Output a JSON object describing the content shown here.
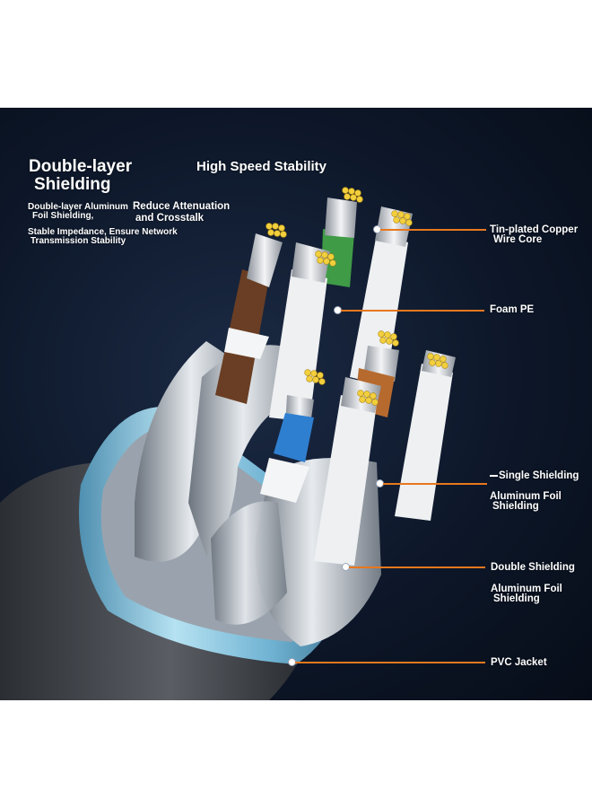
{
  "headings": {
    "shielding_line1": "Double-layer",
    "shielding_line2": "Shielding",
    "stability": "High Speed Stability"
  },
  "notes": {
    "foil_line1": "Double-layer Aluminum",
    "foil_line2": "Foil Shielding,",
    "attenuation_line1": "Reduce Attenuation",
    "attenuation_line2": "and Crosstalk",
    "impedance_line1": "Stable Impedance, Ensure Network",
    "impedance_line2": "Transmission Stability"
  },
  "callouts": {
    "copper_line1": "Tin-plated Copper",
    "copper_line2": "Wire Core",
    "foam": "Foam PE",
    "single_shielding": "Single Shielding",
    "single_sub_line1": "Aluminum Foil",
    "single_sub_line2": "Shielding",
    "double_shielding": "Double Shielding",
    "double_sub_line1": "Aluminum Foil",
    "double_sub_line2": "Shielding",
    "pvc": "PVC Jacket"
  },
  "colors": {
    "background": "#0d1729",
    "callout_line": "#e8781e",
    "tin_core": "#f2cf3c",
    "outer_foil": "#7ab8d6",
    "pair_green": "#4caf50",
    "pair_brown": "#7a4a2a",
    "pair_blue": "#2f7fd1",
    "pair_orange": "#c7742a"
  }
}
